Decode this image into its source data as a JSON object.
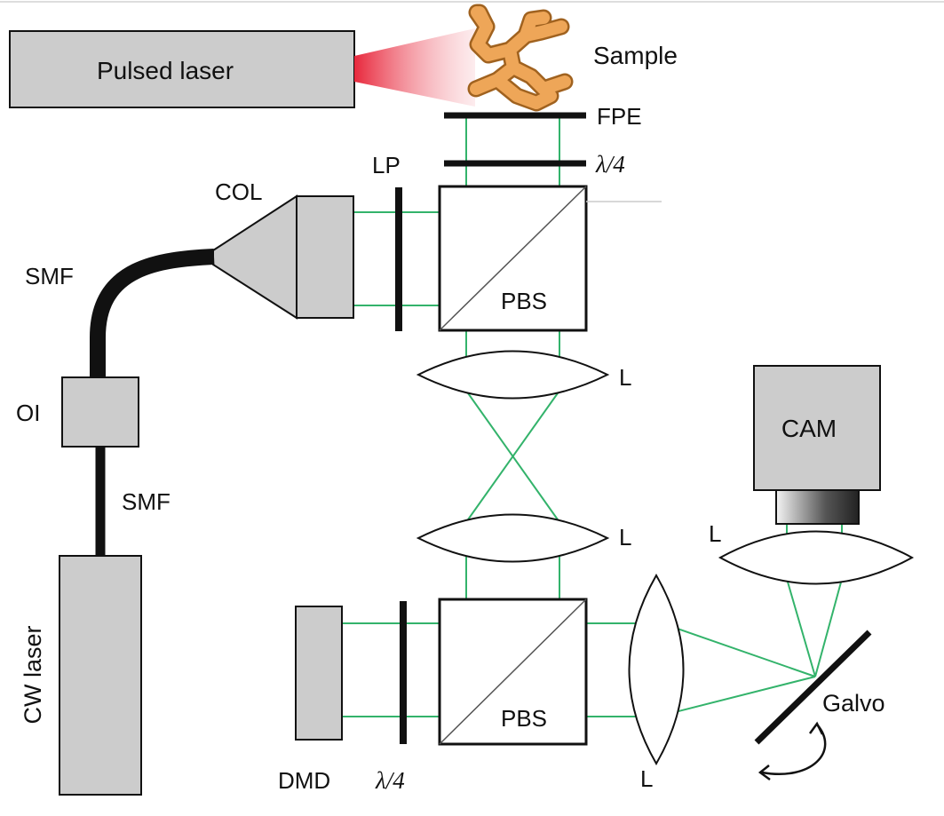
{
  "labels": {
    "pulsed_laser": "Pulsed laser",
    "sample": "Sample",
    "fpe": "FPE",
    "qwp_top": "λ/4",
    "lp": "LP",
    "col": "COL",
    "smf_top": "SMF",
    "pbs_top": "PBS",
    "lens_top": "L",
    "oi": "OI",
    "smf_bottom": "SMF",
    "lens_mid": "L",
    "cam": "CAM",
    "lens_cam": "L",
    "cw_laser": "CW laser",
    "pbs_bottom": "PBS",
    "galvo": "Galvo",
    "dmd": "DMD",
    "qwp_bottom": "λ/4",
    "lens_bottom": "L"
  },
  "colors": {
    "beam": "#33b36b",
    "component_fill": "#cccccc",
    "outline": "#111111",
    "laser_beam": "#e8283c",
    "sample": "#e8a154"
  }
}
